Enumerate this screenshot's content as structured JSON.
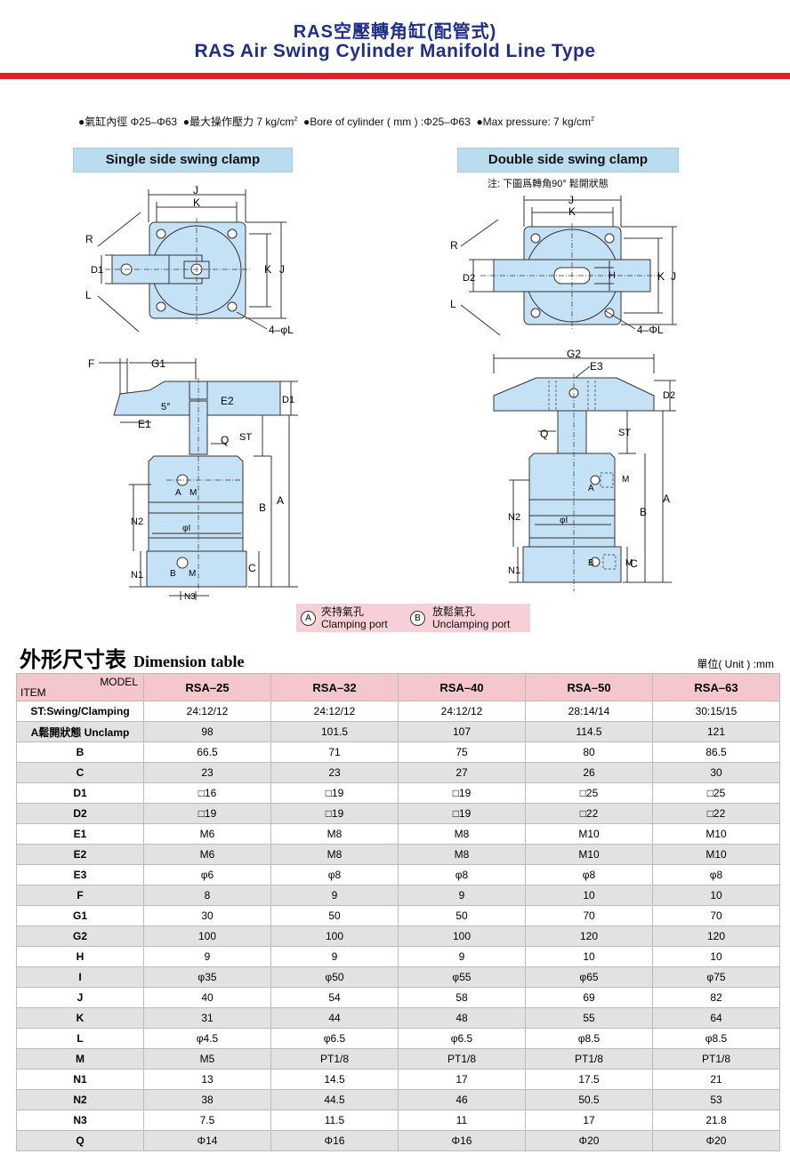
{
  "header": {
    "title_zh": "RAS空壓轉角缸(配管式)",
    "title_en": "RAS Air Swing Cylinder Manifold Line Type"
  },
  "specs": {
    "item1": "●氣缸內徑 Φ25–Φ63",
    "item2": "●最大操作壓力 7 kg/cm",
    "item3": "●Bore of cylinder ( mm ) :Φ25–Φ63",
    "item4": "●Max pressure: 7 kg/cm",
    "sup": "2"
  },
  "sections": {
    "single_label": "Single side swing clamp",
    "double_label": "Double side swing clamp",
    "double_note": "注: 下圖爲轉角90°  鬆開狀態"
  },
  "drawing_labels": {
    "J": "J",
    "K": "K",
    "R": "R",
    "L": "L",
    "D1": "D1",
    "D2": "D2",
    "L4_single": "4–φL",
    "L4_double": "4–ΦL",
    "F": "F",
    "G1": "G1",
    "G2": "G2",
    "E1": "E1",
    "E2": "E2",
    "E3": "E3",
    "five_deg": "5°",
    "ST": "ST",
    "Q": "Q",
    "A": "A",
    "B": "B",
    "C": "C",
    "M": "M",
    "N1": "N1",
    "N2": "N2",
    "N3": "N3",
    "phiI": "φI",
    "H": "H",
    "port_a": "A",
    "port_b": "B"
  },
  "port_legend": {
    "a_symbol": "A",
    "a_zh": "夾持氣孔",
    "a_en": "Clamping port",
    "b_symbol": "B",
    "b_zh": "放鬆氣孔",
    "b_en": "Unclamping port"
  },
  "dimension_table": {
    "title_zh": "外形尺寸表",
    "title_en": "Dimension table",
    "unit": "單位( Unit ) :mm",
    "corner_model": "MODEL",
    "corner_item": "ITEM",
    "models": [
      "RSA–25",
      "RSA–32",
      "RSA–40",
      "RSA–50",
      "RSA–63"
    ],
    "rows": [
      {
        "item": "ST:Swing/Clamping",
        "values": [
          "24:12/12",
          "24:12/12",
          "24:12/12",
          "28:14/14",
          "30:15/15"
        ]
      },
      {
        "item": "A鬆開狀態 Unclamp",
        "values": [
          "98",
          "101.5",
          "107",
          "114.5",
          "121"
        ]
      },
      {
        "item": "B",
        "values": [
          "66.5",
          "71",
          "75",
          "80",
          "86.5"
        ]
      },
      {
        "item": "C",
        "values": [
          "23",
          "23",
          "27",
          "26",
          "30"
        ]
      },
      {
        "item": "D1",
        "values": [
          "□16",
          "□19",
          "□19",
          "□25",
          "□25"
        ]
      },
      {
        "item": "D2",
        "values": [
          "□19",
          "□19",
          "□19",
          "□22",
          "□22"
        ]
      },
      {
        "item": "E1",
        "values": [
          "M6",
          "M8",
          "M8",
          "M10",
          "M10"
        ]
      },
      {
        "item": "E2",
        "values": [
          "M6",
          "M8",
          "M8",
          "M10",
          "M10"
        ]
      },
      {
        "item": "E3",
        "values": [
          "φ6",
          "φ8",
          "φ8",
          "φ8",
          "φ8"
        ]
      },
      {
        "item": "F",
        "values": [
          "8",
          "9",
          "9",
          "10",
          "10"
        ]
      },
      {
        "item": "G1",
        "values": [
          "30",
          "50",
          "50",
          "70",
          "70"
        ]
      },
      {
        "item": "G2",
        "values": [
          "100",
          "100",
          "100",
          "120",
          "120"
        ]
      },
      {
        "item": "H",
        "values": [
          "9",
          "9",
          "9",
          "10",
          "10"
        ]
      },
      {
        "item": "I",
        "values": [
          "φ35",
          "φ50",
          "φ55",
          "φ65",
          "φ75"
        ]
      },
      {
        "item": "J",
        "values": [
          "40",
          "54",
          "58",
          "69",
          "82"
        ]
      },
      {
        "item": "K",
        "values": [
          "31",
          "44",
          "48",
          "55",
          "64"
        ]
      },
      {
        "item": "L",
        "values": [
          "φ4.5",
          "φ6.5",
          "φ6.5",
          "φ8.5",
          "φ8.5"
        ]
      },
      {
        "item": "M",
        "values": [
          "M5",
          "PT1/8",
          "PT1/8",
          "PT1/8",
          "PT1/8"
        ]
      },
      {
        "item": "N1",
        "values": [
          "13",
          "14.5",
          "17",
          "17.5",
          "21"
        ]
      },
      {
        "item": "N2",
        "values": [
          "38",
          "44.5",
          "46",
          "50.5",
          "53"
        ]
      },
      {
        "item": "N3",
        "values": [
          "7.5",
          "11.5",
          "11",
          "17",
          "21.8"
        ]
      },
      {
        "item": "Q",
        "values": [
          "Φ14",
          "Φ16",
          "Φ16",
          "Φ20",
          "Φ20"
        ]
      }
    ]
  }
}
